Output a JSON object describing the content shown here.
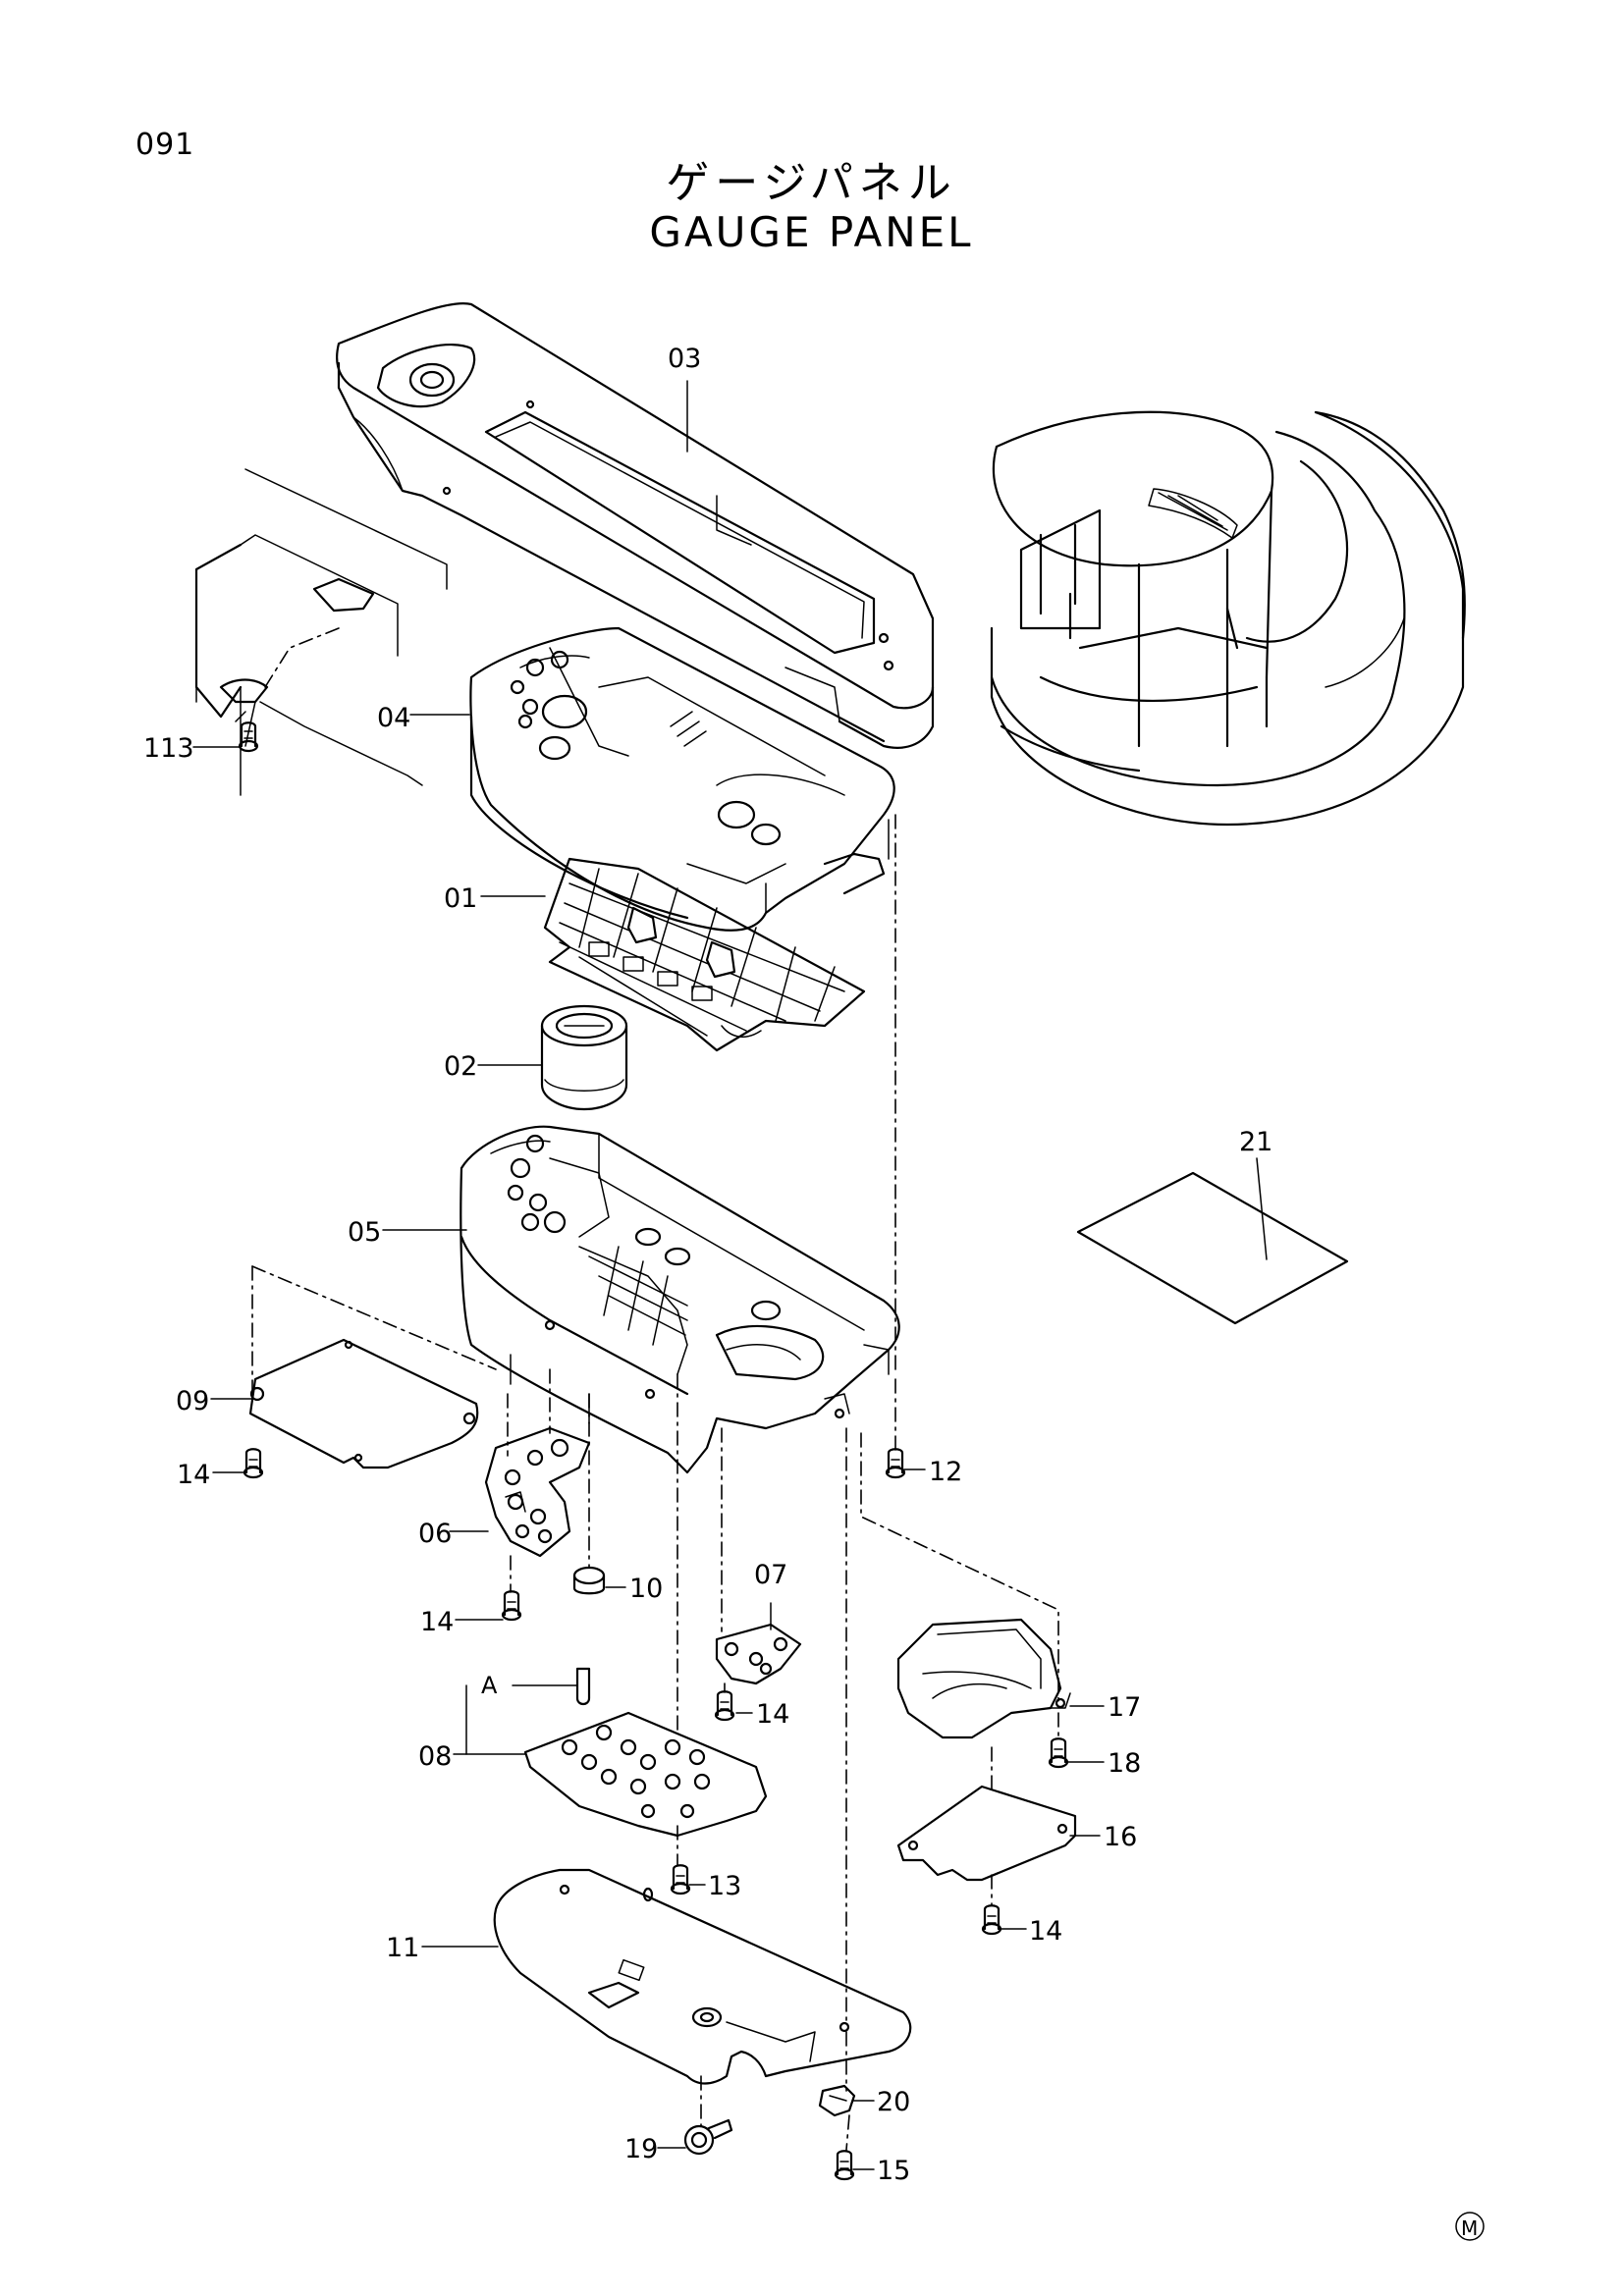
{
  "page": {
    "number": "091",
    "title_jp": "ゲージパネル",
    "title_en": "GAUGE PANEL",
    "maker_mark": "M"
  },
  "callouts": {
    "p01": "01",
    "p02": "02",
    "p03": "03",
    "p04": "04",
    "p05": "05",
    "p06": "06",
    "p07": "07",
    "p08": "08",
    "p09": "09",
    "p10": "10",
    "p11": "11",
    "p12": "12",
    "p13": "13",
    "p14a": "14",
    "p14b": "14",
    "p14c": "14",
    "p14d": "14",
    "p15": "15",
    "p16": "16",
    "p17": "17",
    "p18": "18",
    "p19": "19",
    "p20": "20",
    "p21": "21",
    "p113": "113",
    "detailA": "A"
  }
}
